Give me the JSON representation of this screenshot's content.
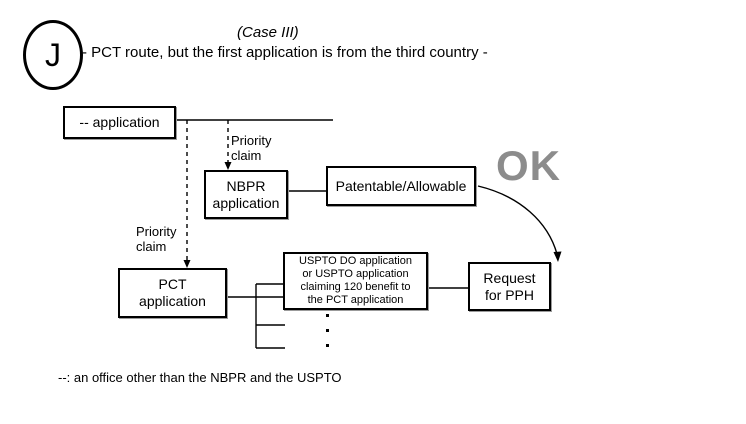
{
  "diagram": {
    "badge": {
      "letter": "J",
      "shape": "circle"
    },
    "title": "(Case III)",
    "subtitle": "- PCT route, but the first application is from the third country -",
    "status_label": "OK",
    "status_color": "#8c8c8c",
    "legend": "--: an office other than the NBPR and the USPTO",
    "nodes": [
      {
        "id": "application",
        "label": "-- application"
      },
      {
        "id": "nbpr",
        "label": "NBPR\napplication"
      },
      {
        "id": "patentable",
        "label": "Patentable/Allowable"
      },
      {
        "id": "pct",
        "label": "PCT\napplication"
      },
      {
        "id": "uspto",
        "label": "USPTO DO application\nor USPTO application\nclaiming 120 benefit to\nthe PCT application"
      },
      {
        "id": "pph",
        "label": "Request\nfor PPH"
      }
    ],
    "edge_labels": [
      {
        "id": "priority-claim-nbpr",
        "text": "Priority\nclaim"
      },
      {
        "id": "priority-claim-pct",
        "text": "Priority\nclaim"
      }
    ],
    "ellipsis": "⋮"
  }
}
